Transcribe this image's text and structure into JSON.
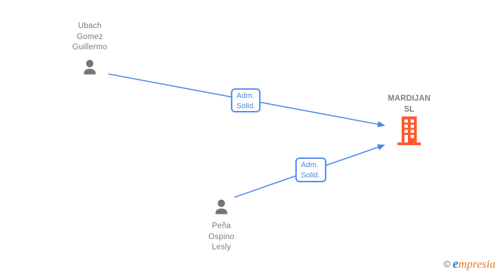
{
  "diagram": {
    "nodes": {
      "person1": {
        "type": "person",
        "line1": "Ubach",
        "line2": "Gomez",
        "line3": "Guillermo"
      },
      "company1": {
        "type": "company",
        "line1": "MARDIJAN",
        "line2": "SL"
      },
      "person2": {
        "type": "person",
        "line1": "Peña",
        "line2": "Ospino",
        "line3": "Lesly"
      }
    },
    "edge_labels": {
      "edge1": {
        "line1": "Adm.",
        "line2": "Solid."
      },
      "edge2": {
        "line1": "Adm.",
        "line2": "Solid."
      }
    }
  },
  "watermark": {
    "copyright_symbol": "©",
    "brand_initial": "e",
    "brand_rest": "mpresia"
  },
  "colors": {
    "edge_blue": "#4a86e8",
    "person_icon_gray": "#757575",
    "building_orange": "#ff5b2e",
    "label_text_blue": "#4a86e8",
    "name_text_gray": "#7a7a7a",
    "brand_blue": "#2f7ab8",
    "brand_orange": "#e87a1e",
    "copyright_teal": "#4e7f8e"
  }
}
